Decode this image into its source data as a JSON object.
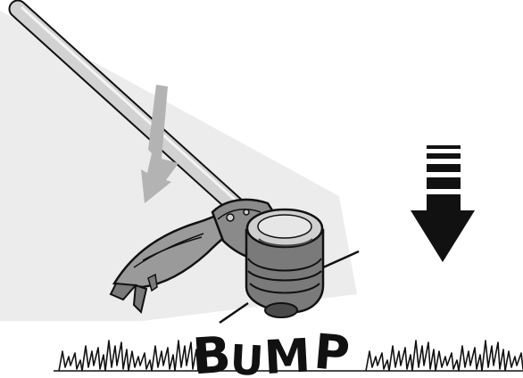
{
  "illustration": {
    "caption": {
      "letters": [
        "B",
        "U",
        "M",
        "P"
      ]
    },
    "colors": {
      "ink": "#111111",
      "shadow": "#ececec",
      "shaft": "#d2d2d2",
      "body_light": "#cfcfcf",
      "body_mid": "#9a9a9a",
      "body_dark": "#4a4a4a",
      "press_arrow": "#b3b3b3",
      "motion_arrow": "#111111",
      "grass": "#111111"
    },
    "icons": {
      "press_arrow": "zigzag-down-arrow-icon",
      "motion_arrow": "down-arrow-with-speed-lines-icon"
    }
  }
}
